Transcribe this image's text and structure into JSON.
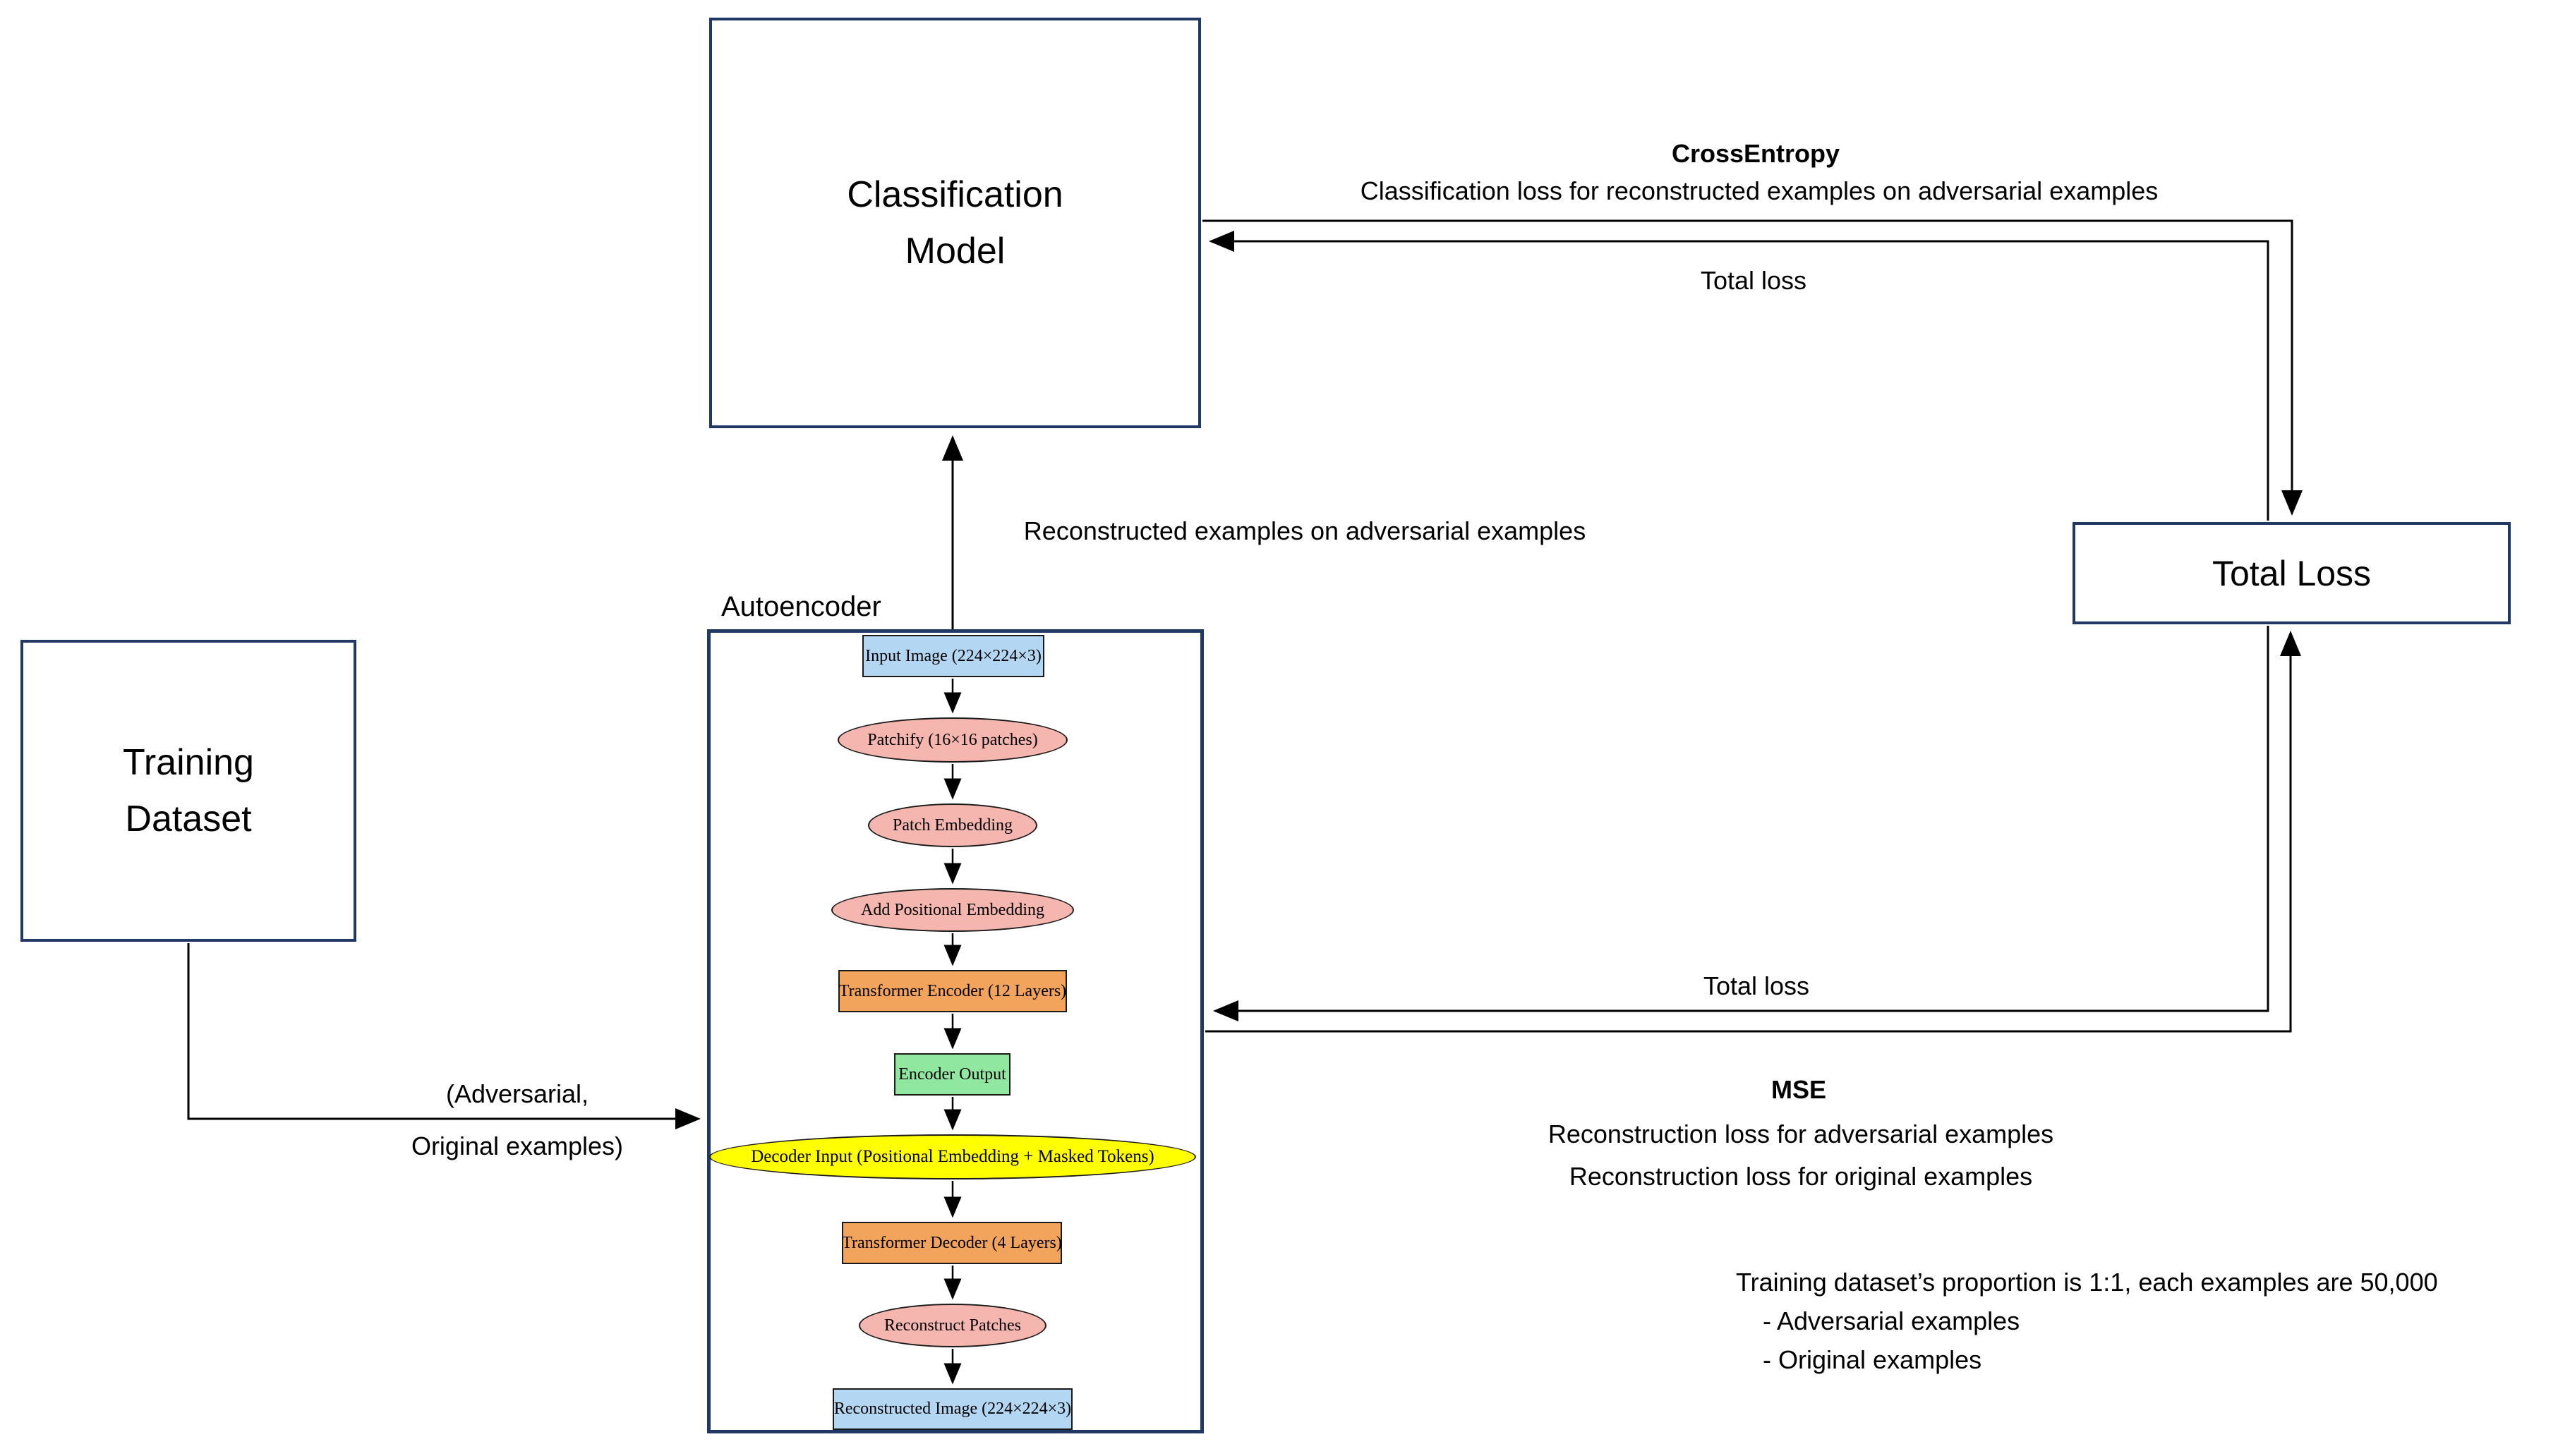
{
  "diagram": {
    "classification_model": {
      "line1": "Classification",
      "line2": "Model"
    },
    "training_dataset": {
      "line1": "Training",
      "line2": "Dataset"
    },
    "total_loss_box": {
      "label": "Total Loss"
    },
    "autoencoder": {
      "title": "Autoencoder",
      "nodes": [
        {
          "id": "input-image",
          "shape": "rect",
          "fill": "#b3d6f2",
          "label": "Input Image (224×224×3)"
        },
        {
          "id": "patchify",
          "shape": "ellipse",
          "fill": "#f4b6ae",
          "label": "Patchify (16×16 patches)"
        },
        {
          "id": "patch-embedding",
          "shape": "ellipse",
          "fill": "#f4b6ae",
          "label": "Patch Embedding"
        },
        {
          "id": "add-positional-embedding",
          "shape": "ellipse",
          "fill": "#f4b6ae",
          "label": "Add Positional Embedding"
        },
        {
          "id": "transformer-encoder",
          "shape": "rect",
          "fill": "#f3a45c",
          "label": "Transformer Encoder (12 Layers)"
        },
        {
          "id": "encoder-output",
          "shape": "rect",
          "fill": "#90e8a0",
          "label": "Encoder Output"
        },
        {
          "id": "decoder-input",
          "shape": "ellipse",
          "fill": "#ffff00",
          "label": "Decoder Input (Positional Embedding + Masked Tokens)"
        },
        {
          "id": "transformer-decoder",
          "shape": "rect",
          "fill": "#f3a45c",
          "label": "Transformer Decoder (4 Layers)"
        },
        {
          "id": "reconstruct-patches",
          "shape": "ellipse",
          "fill": "#f4b6ae",
          "label": "Reconstruct Patches"
        },
        {
          "id": "reconstructed-image",
          "shape": "rect",
          "fill": "#b3d6f2",
          "label": "Reconstructed Image (224×224×3)"
        }
      ]
    },
    "labels": {
      "cross_entropy_title": "CrossEntropy",
      "cross_entropy_desc": "Classification loss for reconstructed examples on adversarial examples",
      "total_loss_top": "Total loss",
      "reconstructed_examples": "Reconstructed examples on adversarial examples",
      "adversarial_line1": "(Adversarial,",
      "adversarial_line2": "Original examples)",
      "total_loss_bottom": "Total loss",
      "mse_title": "MSE",
      "mse_line1": "Reconstruction loss for adversarial examples",
      "mse_line2": "Reconstruction loss for original examples",
      "note_title": "Training dataset’s proportion is 1:1, each examples are 50,000",
      "note_item1": "- Adversarial examples",
      "note_item2": "- Original examples"
    },
    "colors": {
      "box_border": "#1f3864",
      "connector": "#000000",
      "node_blue": "#b3d6f2",
      "node_salmon": "#f4b6ae",
      "node_orange": "#f3a45c",
      "node_green": "#90e8a0",
      "node_yellow": "#ffff00"
    }
  }
}
